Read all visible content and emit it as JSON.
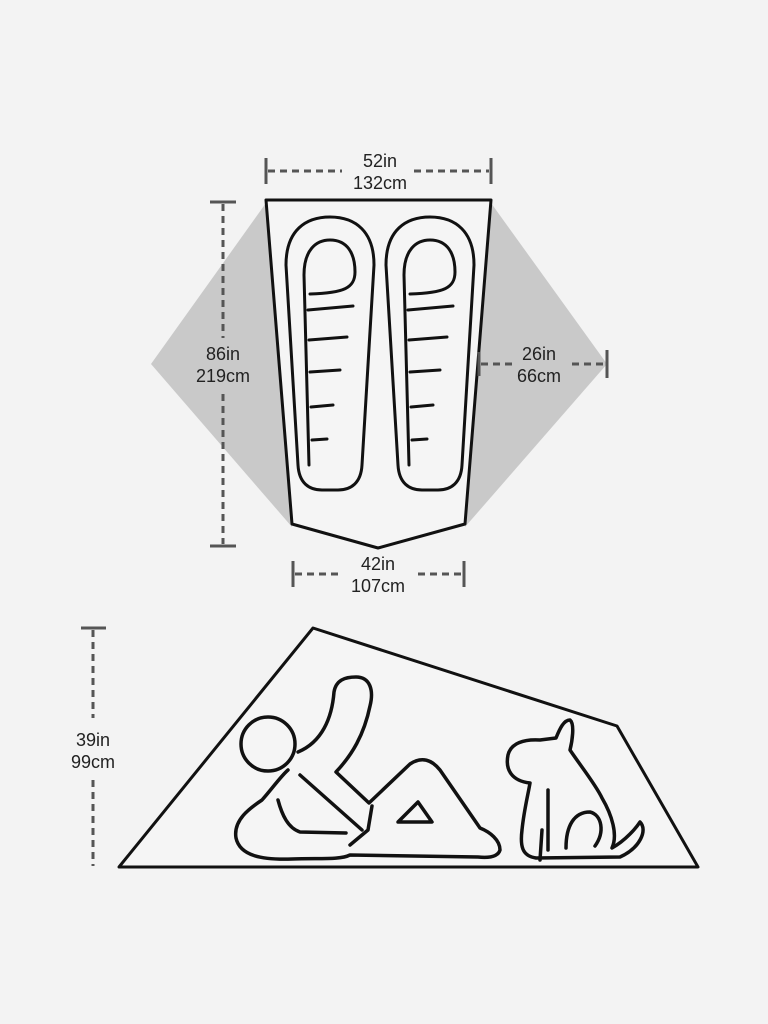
{
  "colors": {
    "background": "#f3f3f3",
    "line": "#111111",
    "vestibule": "#c9c9c9",
    "dimension_line": "#555555"
  },
  "floor_plan": {
    "width_head": {
      "imperial": "52in",
      "metric": "132cm"
    },
    "length": {
      "imperial": "86in",
      "metric": "219cm"
    },
    "vestibule_depth": {
      "imperial": "26in",
      "metric": "66cm"
    },
    "width_foot": {
      "imperial": "42in",
      "metric": "107cm"
    }
  },
  "side_profile": {
    "peak_height": {
      "imperial": "39in",
      "metric": "99cm"
    }
  }
}
